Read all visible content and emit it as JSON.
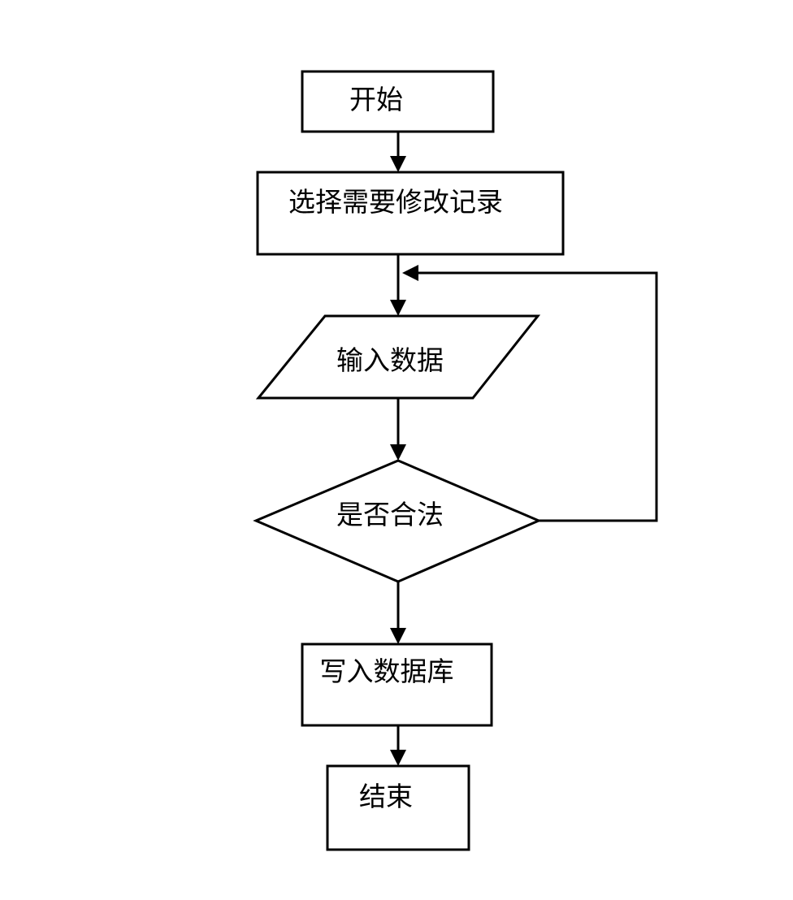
{
  "diagram": {
    "type": "flowchart",
    "background_color": "#ffffff",
    "node_fill_color": "#ffffff",
    "line_color": "#000000",
    "text_color": "#000000",
    "nodes": [
      {
        "id": "start",
        "shape": "rectangle",
        "label": "开始"
      },
      {
        "id": "select-record",
        "shape": "rectangle",
        "label": "选择需要修改记录"
      },
      {
        "id": "input-data",
        "shape": "parallelogram",
        "label": "输入数据"
      },
      {
        "id": "is-valid",
        "shape": "diamond",
        "label": "是否合法"
      },
      {
        "id": "write-db",
        "shape": "rectangle",
        "label": "写入数据库"
      },
      {
        "id": "end",
        "shape": "rectangle",
        "label": "结束"
      }
    ],
    "edges": [
      {
        "from": "start",
        "to": "select-record"
      },
      {
        "from": "select-record",
        "to": "input-data"
      },
      {
        "from": "input-data",
        "to": "is-valid"
      },
      {
        "from": "is-valid",
        "to": "write-db"
      },
      {
        "from": "is-valid",
        "to": "input-data",
        "style": "loop-back-right"
      },
      {
        "from": "write-db",
        "to": "end"
      }
    ]
  }
}
